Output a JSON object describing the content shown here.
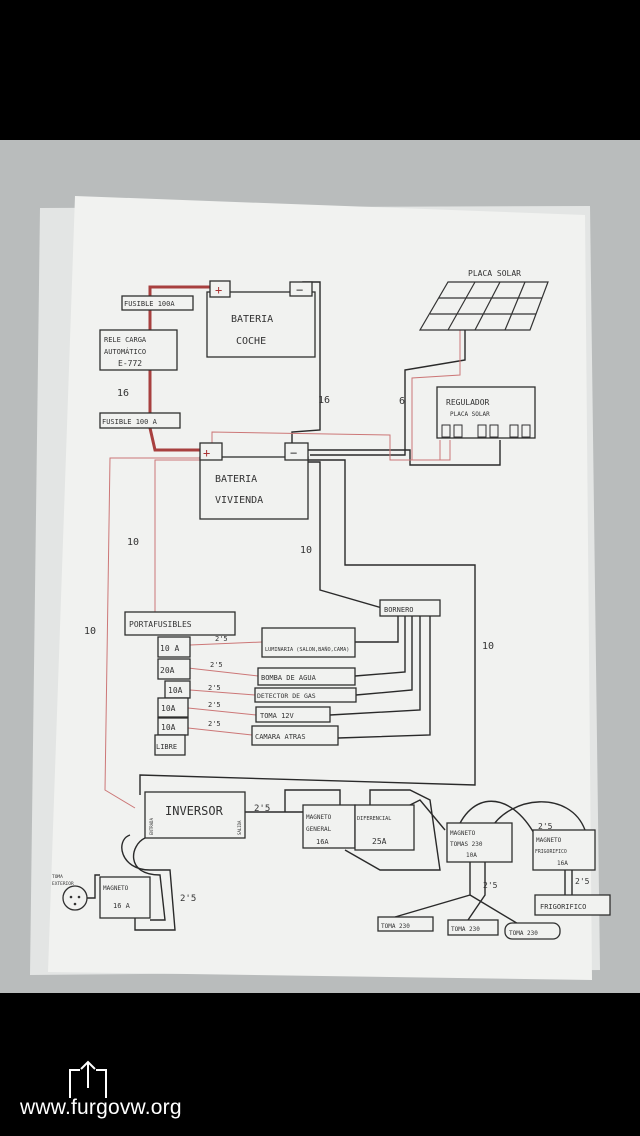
{
  "diagram": {
    "car_battery": {
      "title_1": "BATERIA",
      "title_2": "COCHE",
      "plus": "+",
      "minus": "−"
    },
    "house_battery": {
      "title_1": "BATERIA",
      "title_2": "VIVIENDA",
      "plus": "+",
      "minus": "−"
    },
    "fuse_top": "FUSIBLE 100A",
    "fuse_bottom": "FUSIBLE 100 A",
    "relay": {
      "line_1": "RELE CARGA",
      "line_2": "AUTOMÁTICO",
      "line_3": "E-772"
    },
    "solar_panel": "PLACA SOLAR",
    "regulator": {
      "line_1": "REGULADOR",
      "line_2": "PLACA SOLAR"
    },
    "wire_gauges": {
      "relay_16": "16",
      "car_neg_16": "16",
      "solar_6": "6",
      "house_pos_10": "10",
      "house_neg_10": "10",
      "left_10": "10",
      "right_10": "10",
      "inverter_out": "2'5",
      "magneto_ext": "2'5",
      "tomas_down": "2'5",
      "frigo_top": "2'5",
      "frigo_down": "2'5"
    },
    "fuse_holder": "PORTAFUSIBLES",
    "fuses": [
      {
        "rating": "10 A",
        "gauge": "2'5",
        "load": "LUMINARIA (SALON,BAÑO,CAMA)"
      },
      {
        "rating": "20A",
        "gauge": "2'5",
        "load": "BOMBA DE AGUA"
      },
      {
        "rating": "10A",
        "gauge": "2'5",
        "load": "DETECTOR DE GAS"
      },
      {
        "rating": "10A",
        "gauge": "2'5",
        "load": "TOMA 12V"
      },
      {
        "rating": "10A",
        "gauge": "2'5",
        "load": "CAMARA ATRAS"
      },
      {
        "rating": "LIBRE"
      }
    ],
    "bornero": "BORNERO",
    "inverter": {
      "title": "INVERSOR",
      "in": "ENTRADA",
      "out": "SALIDA"
    },
    "magneto_general": {
      "line_1": "MAGNETO",
      "line_2": "GENERAL",
      "line_3": "16A"
    },
    "diferencial": {
      "line_1": "DIFERENCIAL",
      "line_2": "25A"
    },
    "magneto_tomas": {
      "line_1": "MAGNETO",
      "line_2": "TOMAS 230",
      "line_3": "10A"
    },
    "magneto_frigo": {
      "line_1": "MAGNETO",
      "line_2": "FRIGORIFICO",
      "line_3": "16A"
    },
    "frigorifico": "FRIGORIFICO",
    "tomas_230": [
      "TOMA 230",
      "TOMA 230",
      "TOMA 230"
    ],
    "toma_exterior": {
      "line_1": "TOMA",
      "line_2": "EXTERIOR"
    },
    "magneto_ext": {
      "line_1": "MAGNETO",
      "line_2": "16 A"
    }
  },
  "viewer": {
    "watermark": "www.furgovw.org",
    "share_icon": "share-icon"
  },
  "colors": {
    "wire_red": "#a8403f",
    "wire_black": "#2a2a2a",
    "paper": "#f1f2f0"
  }
}
